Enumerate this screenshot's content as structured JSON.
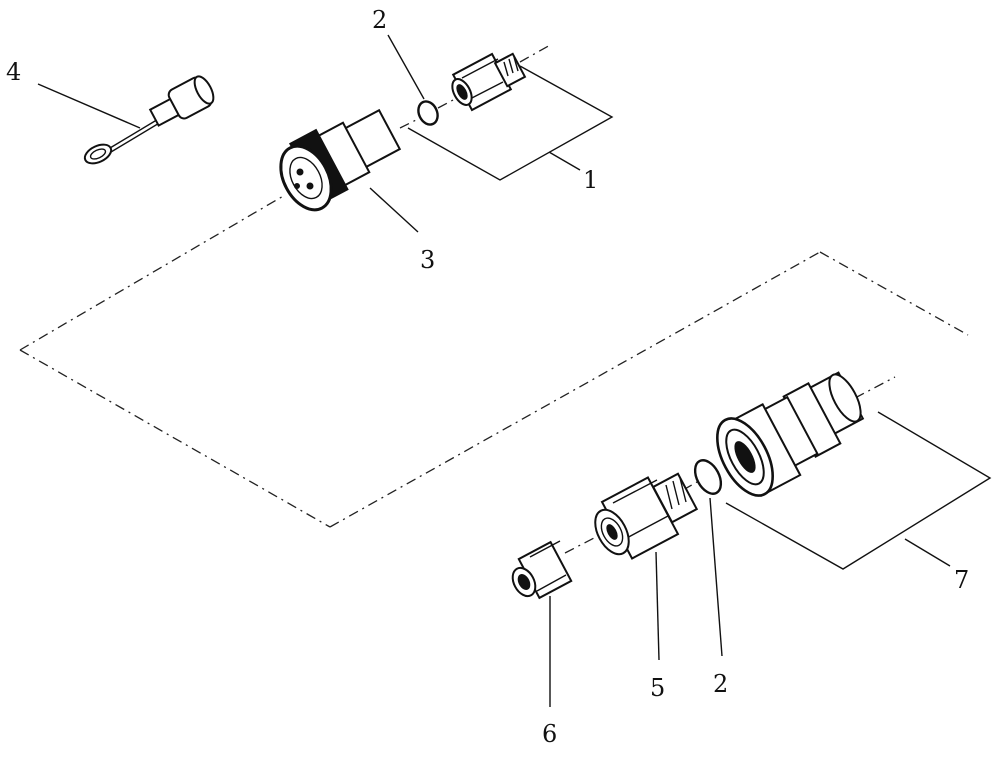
{
  "diagram": {
    "callouts": {
      "c1": "1",
      "c2_top": "2",
      "c3": "3",
      "c4": "4",
      "c5": "5",
      "c2_bottom": "2",
      "c6": "6",
      "c7": "7"
    }
  }
}
